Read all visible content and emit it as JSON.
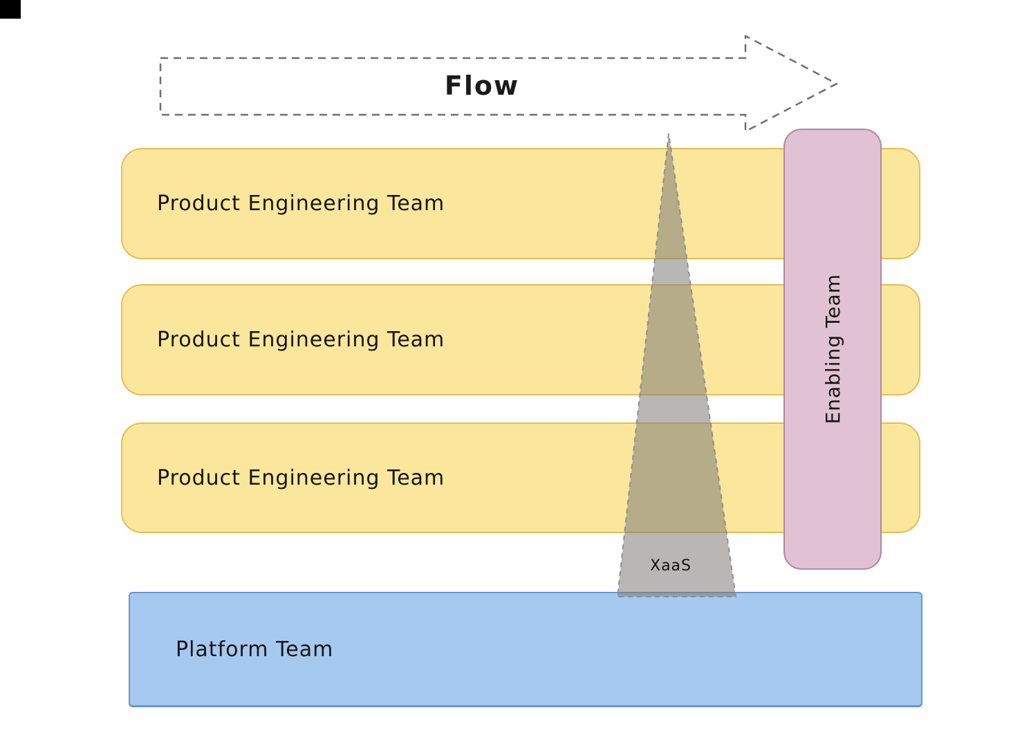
{
  "diagram": {
    "flow": {
      "label": "Flow"
    },
    "product_teams": [
      {
        "label": "Product Engineering Team"
      },
      {
        "label": "Product Engineering Team"
      },
      {
        "label": "Product Engineering Team"
      }
    ],
    "enabling_team": {
      "label": "Enabling Team"
    },
    "platform_team": {
      "label": "Platform Team"
    },
    "xaas": {
      "label": "XaaS"
    },
    "colors": {
      "product_fill": "#fbe79c",
      "product_border": "#e4bd52",
      "enabling_fill": "#e1c1d4",
      "enabling_border": "#b3859f",
      "platform_fill": "#a6c9f0",
      "platform_border": "#6a95cd",
      "xaas_fill": "#7e7c78",
      "arrow_stroke": "#6e6e6e",
      "text": "#161616"
    }
  }
}
